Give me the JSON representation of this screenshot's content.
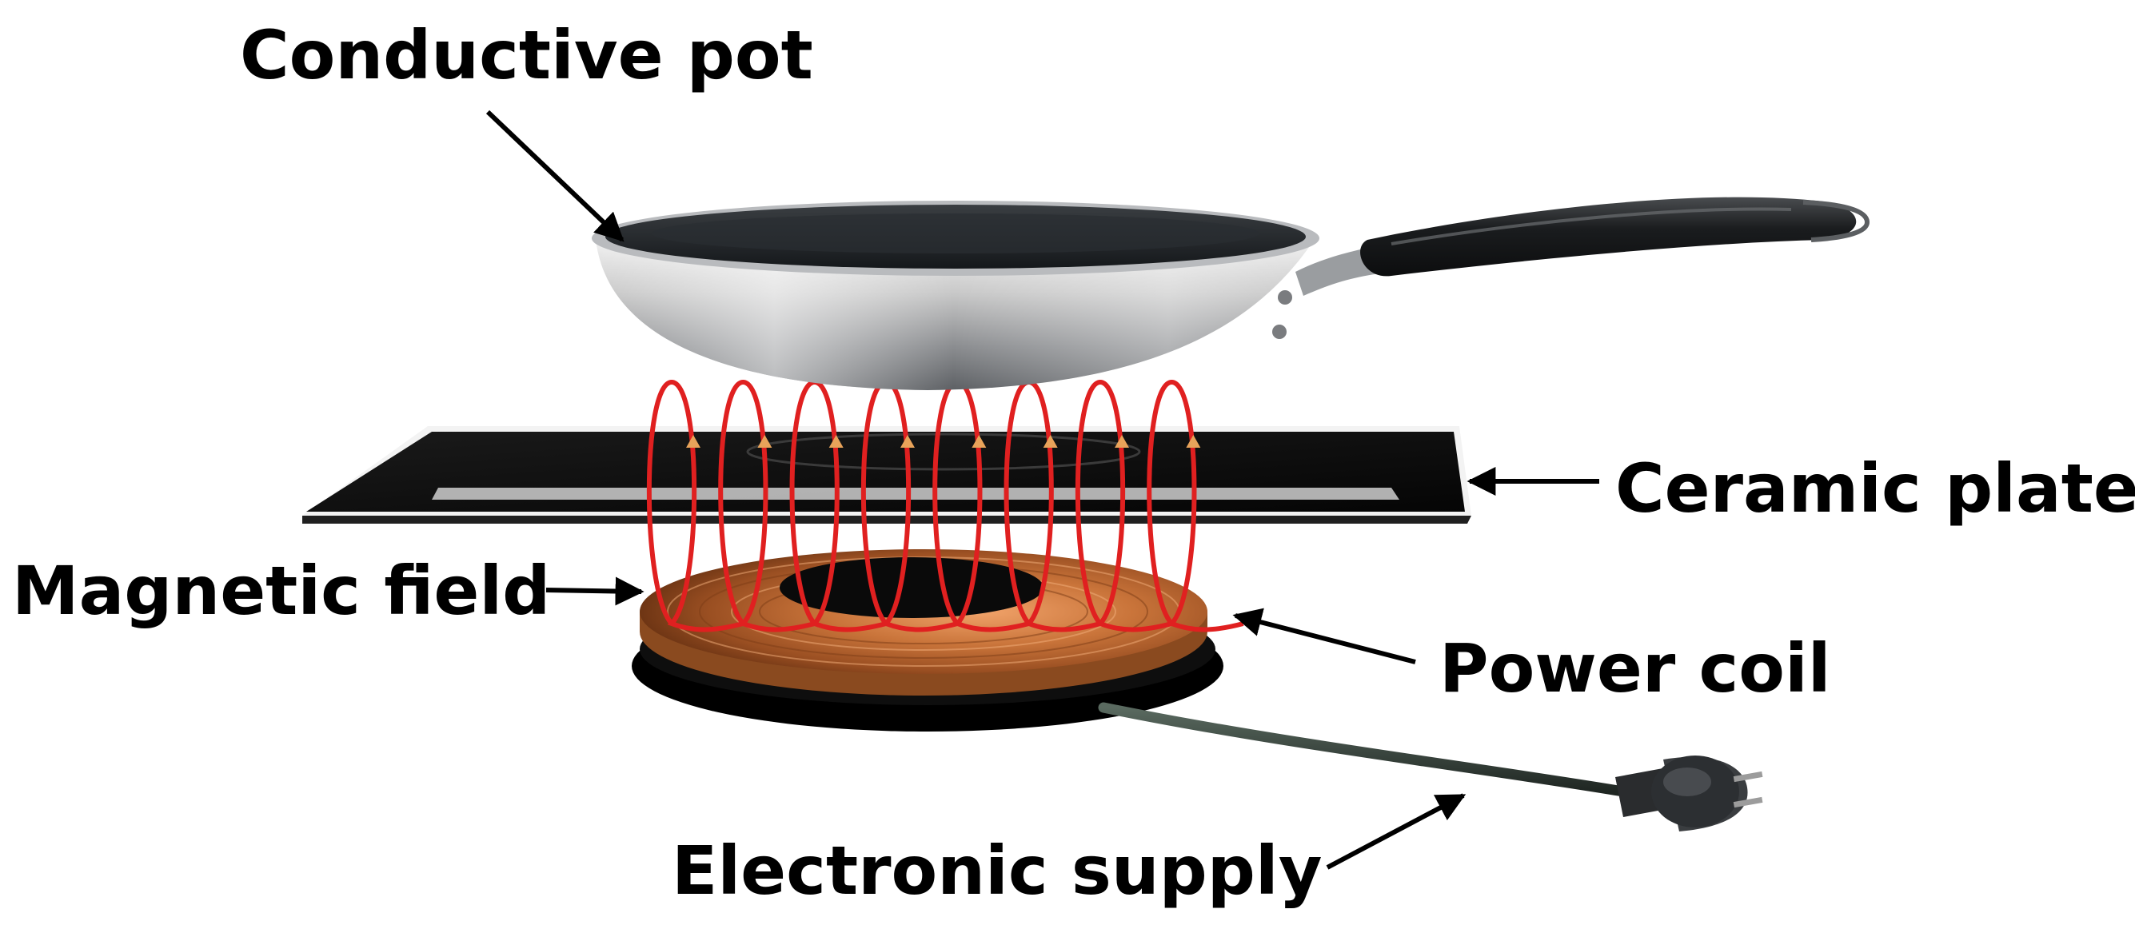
{
  "labels": {
    "conductive_pot": "Conductive pot",
    "ceramic_plate": "Ceramic plate",
    "magnetic_field": "Magnetic field",
    "power_coil": "Power coil",
    "electronic_supply": "Electronic supply"
  },
  "colors": {
    "field_line": "#e02020",
    "coil_copper": "#c9743a",
    "pan_dark": "#1c1f22",
    "plate_black": "#0b0b0b",
    "arrow": "#000000"
  },
  "magnetic_field": {
    "loop_count": 8
  }
}
